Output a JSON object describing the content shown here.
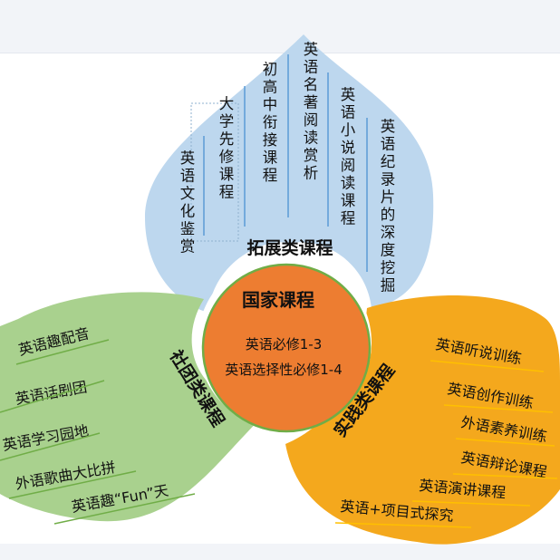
{
  "center": {
    "title": "国家课程",
    "lines": [
      "英语必修1-3",
      "英语选择性必修1-4"
    ]
  },
  "top_petal": {
    "label": "拓展类课程",
    "items": [
      "英语文化鉴赏",
      "大学先修课程",
      "初高中衔接课程",
      "英语名著阅读赏析",
      "英语小说阅读课程",
      "英语纪录片的深度挖掘"
    ]
  },
  "left_petal": {
    "label": "社团类课程",
    "items": [
      "英语趣配音",
      "英语话剧团",
      "英语学习园地",
      "外语歌曲大比拼",
      "英语趣“Fun”天"
    ]
  },
  "right_petal": {
    "label": "实践类课程",
    "items": [
      "英语听说训练",
      "英语创作训练",
      "外语素养训练",
      "英语辩论课程",
      "英语演讲课程",
      "英语+项目式探究"
    ]
  },
  "colors": {
    "top": "#bdd7ee",
    "left": "#a9d18e",
    "right": "#f4a81d",
    "center": "#ed7d31",
    "center_border": "#70ad47",
    "line_blue": "#5b9bd5",
    "line_green": "#70ad47",
    "line_yellow": "#ffc000"
  }
}
